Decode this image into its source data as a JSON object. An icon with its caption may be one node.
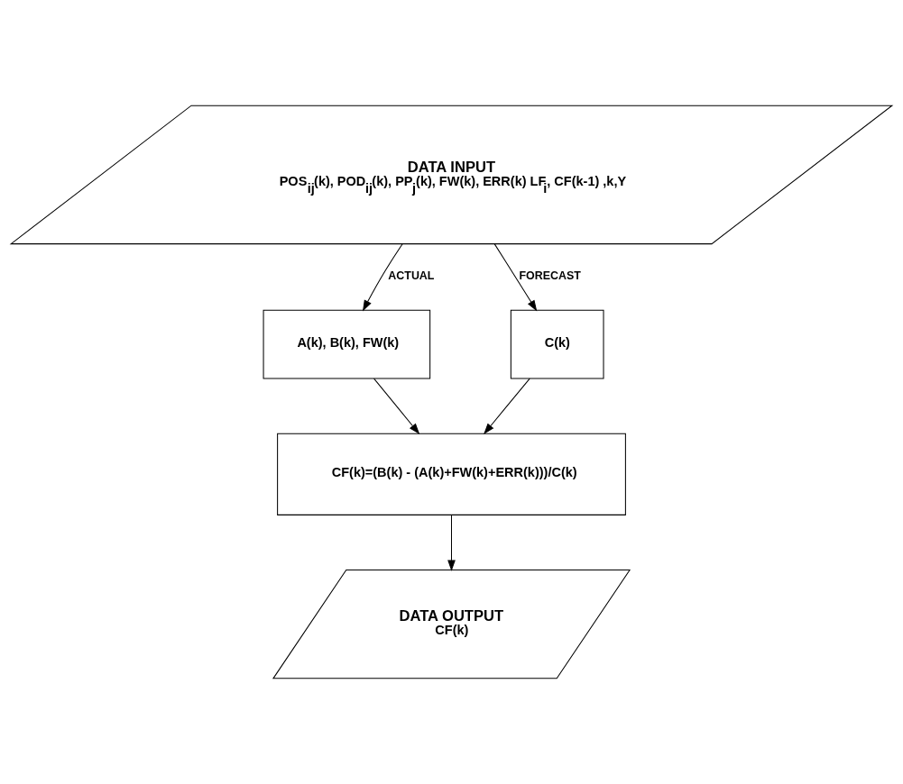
{
  "diagram": {
    "nodes": [
      {
        "text": [
          "DATA INPUT",
          "POS$_{ij}$(k), POD$_{ij}$(k), PP$_{j}$(k), FW(k), ERR(k) LF$_{i}$, CF(k-1) ,k,Y"
        ]
      },
      {
        "text": [
          "A(k), B(k), FW(k)"
        ]
      },
      {
        "text": [
          "C(k)"
        ]
      },
      {
        "text": [
          "CF(k)=(B(k) - (A(k)+FW(k)+ERR(k)))/C(k)"
        ]
      },
      {
        "text": [
          "DATA OUTPUT",
          "CF(k)"
        ]
      }
    ],
    "edges": [
      {
        "from": 0,
        "to": 1,
        "arrow": "to",
        "label": "ACTUAL"
      },
      {
        "from": 0,
        "to": 2,
        "arrow": "to",
        "label": "FORECAST"
      },
      {
        "from": 1,
        "to": 3,
        "arrow": "to"
      },
      {
        "from": 2,
        "to": 3,
        "arrow": "to"
      },
      {
        "from": 3,
        "to": 4,
        "arrow": "to"
      }
    ]
  }
}
